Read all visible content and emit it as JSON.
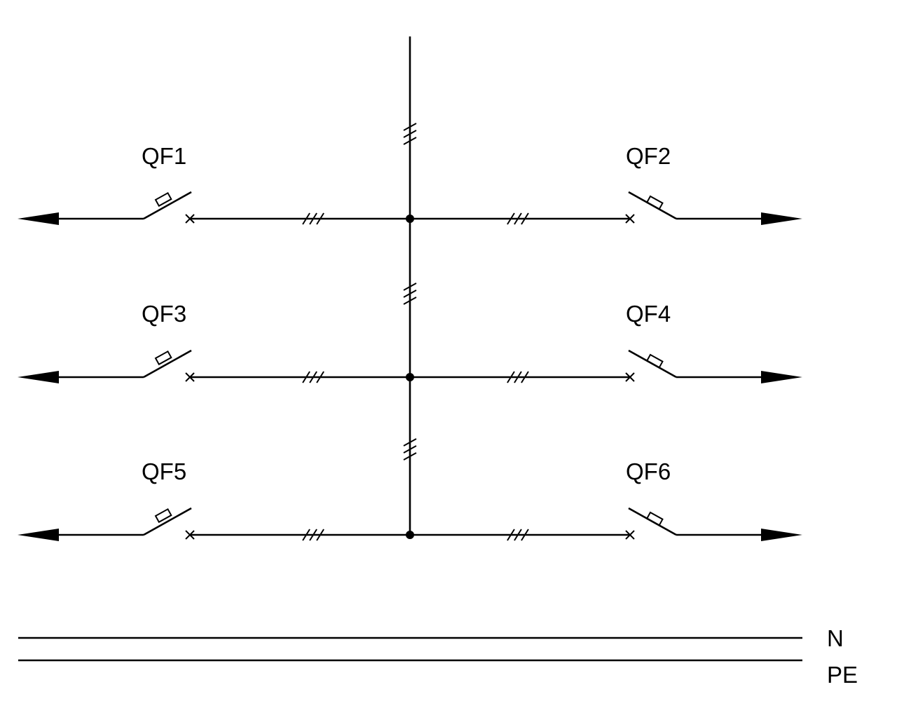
{
  "diagram": {
    "breakers": [
      {
        "label": "QF1"
      },
      {
        "label": "QF2"
      },
      {
        "label": "QF3"
      },
      {
        "label": "QF4"
      },
      {
        "label": "QF5"
      },
      {
        "label": "QF6"
      }
    ],
    "conductors": {
      "neutral": "N",
      "protective_earth": "PE"
    },
    "colors": {
      "line": "#000000",
      "background": "#ffffff"
    }
  }
}
